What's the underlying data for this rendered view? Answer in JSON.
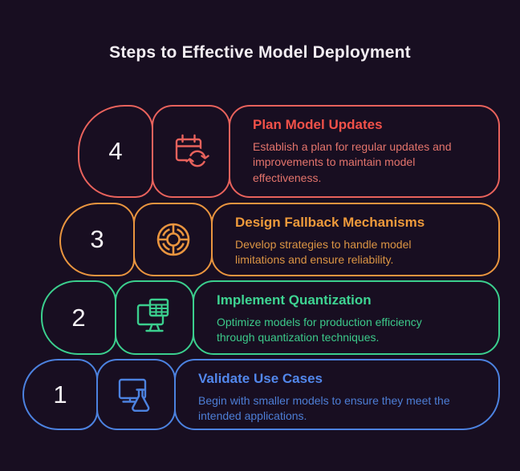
{
  "page": {
    "title": "Steps to Effective Model Deployment",
    "background": "#180e21"
  },
  "steps": [
    {
      "number": "4",
      "title": "Plan Model Updates",
      "description": "Establish a plan for regular updates and improvements to maintain model effectiveness.",
      "accent": "#e8625c",
      "title_color": "#f25149",
      "desc_color": "#e4746c",
      "icon": "calendar-refresh-icon"
    },
    {
      "number": "3",
      "title": "Design Fallback Mechanisms",
      "description": "Develop strategies to handle model limitations and ensure reliability.",
      "accent": "#e9953f",
      "title_color": "#ee9a3b",
      "desc_color": "#dc9544",
      "icon": "wheel-icon"
    },
    {
      "number": "2",
      "title": "Implement Quantization",
      "description": "Optimize models for production efficiency through quantization techniques.",
      "accent": "#3bcf8e",
      "title_color": "#3ed492",
      "desc_color": "#3cc98a",
      "icon": "monitor-table-icon"
    },
    {
      "number": "1",
      "title": "Validate Use Cases",
      "description": "Begin with smaller models to ensure they meet the intended applications.",
      "accent": "#4c82e0",
      "title_color": "#5287ec",
      "desc_color": "#4d7ed6",
      "icon": "monitor-flask-icon"
    }
  ]
}
